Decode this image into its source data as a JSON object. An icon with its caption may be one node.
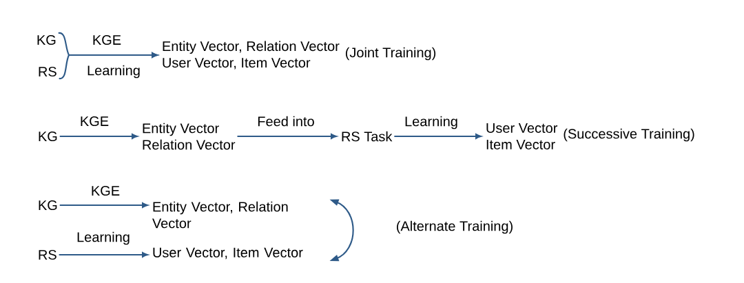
{
  "diagram": {
    "nodes": [
      {
        "text": [
          "KG"
        ]
      },
      {
        "text": [
          "RS"
        ]
      },
      {
        "text": [
          "Entity Vector, Relation Vector",
          "User Vector, Item Vector"
        ],
        "beside": [
          "(Joint Training)"
        ]
      },
      {
        "text": [
          "KG"
        ]
      },
      {
        "text": [
          "Entity Vector",
          "Relation Vector"
        ]
      },
      {
        "text": [
          "RS Task"
        ]
      },
      {
        "text": [
          "User Vector",
          "Item Vector"
        ],
        "beside": [
          "(Successive Training)"
        ]
      },
      {
        "text": [
          "KG"
        ]
      },
      {
        "text": [
          "RS"
        ]
      },
      {
        "text": [
          "Entity Vector, Relation Vector"
        ]
      },
      {
        "text": [
          "User Vector, Item Vector"
        ]
      }
    ],
    "edges": [
      {
        "from": 0,
        "to": 2,
        "arrow": "to",
        "label": "KGE"
      },
      {
        "from": 1,
        "to": 2,
        "arrow": "to",
        "label": "Learning"
      },
      {
        "from": 3,
        "to": 4,
        "arrow": "to",
        "label": "KGE"
      },
      {
        "from": 4,
        "to": 5,
        "arrow": "to",
        "label": "Feed into"
      },
      {
        "from": 5,
        "to": 6,
        "arrow": "to",
        "label": "Learning"
      },
      {
        "from": 7,
        "to": 9,
        "arrow": "to",
        "label": "KGE"
      },
      {
        "from": 8,
        "to": 10,
        "arrow": "to",
        "label": "Learning"
      },
      {
        "from": 9,
        "to": 10,
        "arrow": "both",
        "label": "(Alternate Training)"
      }
    ]
  }
}
